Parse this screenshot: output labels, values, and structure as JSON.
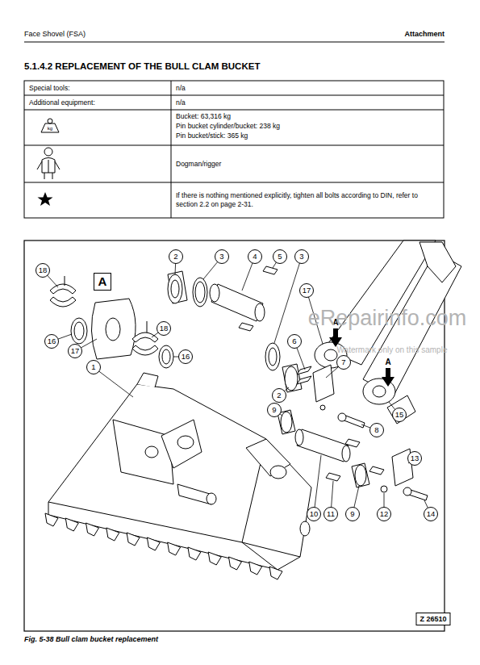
{
  "diagram": {
    "title": "5.1.4.2 REPLACEMENT OF THE BULL CLAM BUCKET",
    "caption": "Fig. 5-38 Bull clam bucket replacement",
    "labels": [
      "Face Shovel (FSA)",
      "Attachment",
      "Special tools:",
      "n/a",
      "Additional equipment:",
      "n/a",
      "kg",
      "Bucket: 63,316 kg",
      "Pin bucket cylinder/bucket: 238 kg",
      "Pin bucket/stick: 365 kg",
      "Dogman/rigger",
      "If there is nothing mentioned explicitly, tighten all bolts according to DIN, refer to section 2.2 on page 2-31.",
      "A",
      "18",
      "16",
      "17",
      "18",
      "16",
      "1",
      "2",
      "3",
      "4",
      "5",
      "3",
      "17",
      "6",
      "7",
      "2",
      "9",
      "8",
      "15",
      "13",
      "10",
      "11",
      "9",
      "12",
      "14",
      "A",
      "A",
      "Z 26510",
      "eRepairinfo.com",
      "Watermark only on this sample"
    ]
  }
}
